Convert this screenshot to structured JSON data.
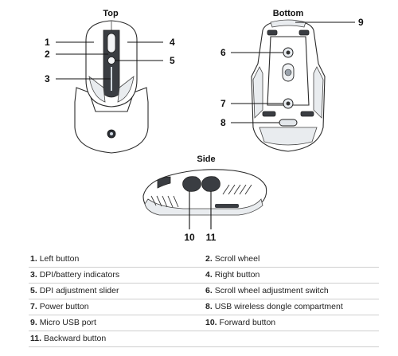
{
  "views": {
    "top": "Top",
    "bottom": "Bottom",
    "side": "Side"
  },
  "callouts": [
    "1",
    "2",
    "3",
    "4",
    "5",
    "6",
    "7",
    "8",
    "9",
    "10",
    "11"
  ],
  "legend": [
    {
      "num": "1.",
      "text": "Left button"
    },
    {
      "num": "2.",
      "text": "Scroll wheel"
    },
    {
      "num": "3.",
      "text": "DPI/battery indicators"
    },
    {
      "num": "4.",
      "text": "Right button"
    },
    {
      "num": "5.",
      "text": "DPI adjustment slider"
    },
    {
      "num": "6.",
      "text": "Scroll wheel adjustment switch"
    },
    {
      "num": "7.",
      "text": "Power button"
    },
    {
      "num": "8.",
      "text": "USB wireless dongle compartment"
    },
    {
      "num": "9.",
      "text": "Micro USB port"
    },
    {
      "num": "10.",
      "text": " Forward button"
    },
    {
      "num": "11.",
      "text": " Backward button"
    }
  ]
}
